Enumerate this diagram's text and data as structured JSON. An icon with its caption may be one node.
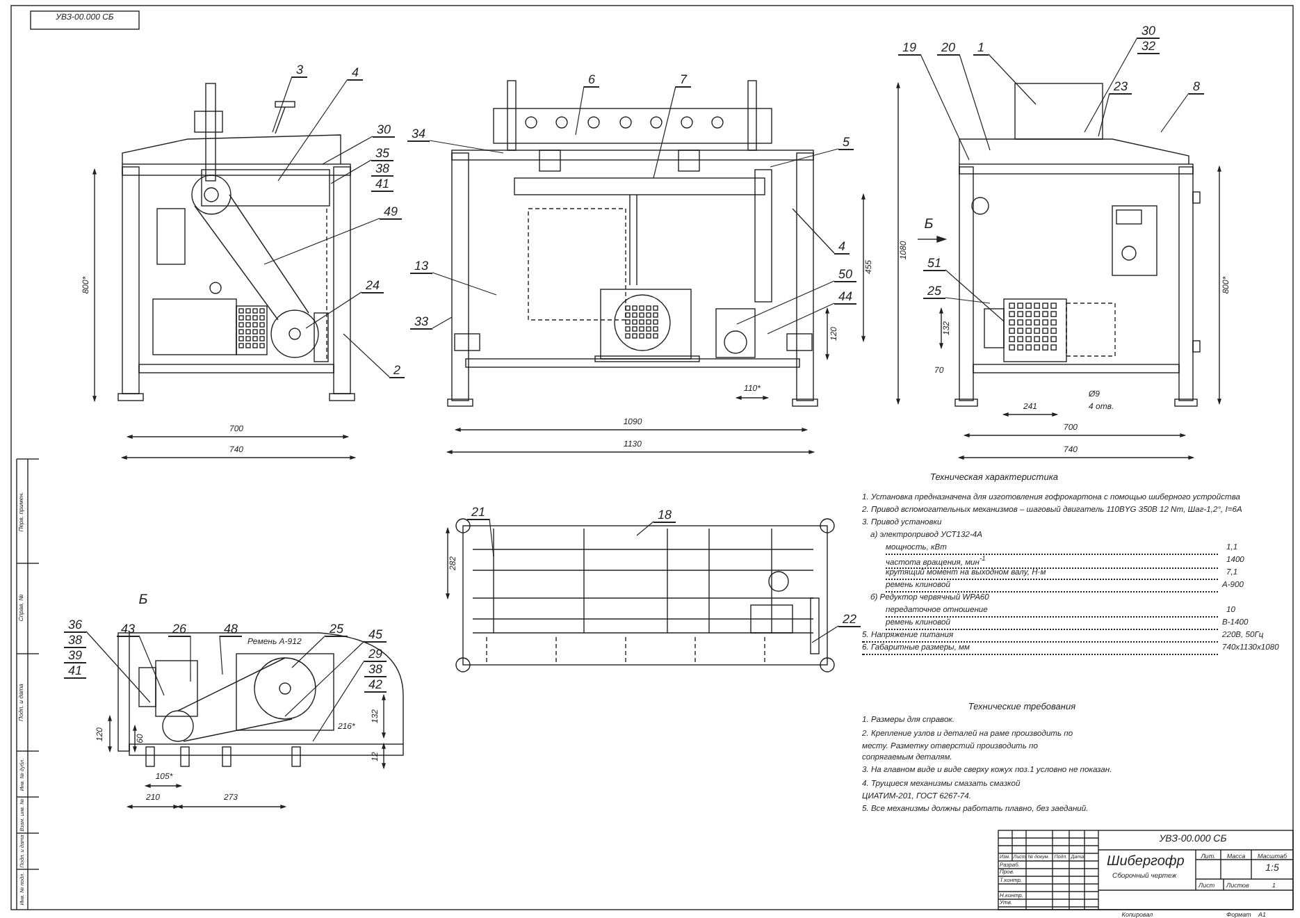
{
  "diagram": {
    "nodes": [
      {
        "text": [
          "3"
        ]
      },
      {
        "text": [
          "4"
        ]
      },
      {
        "text": [
          "30"
        ]
      },
      {
        "text": [
          "35",
          "38",
          "41"
        ]
      },
      {
        "text": [
          "49"
        ]
      },
      {
        "text": [
          "24"
        ]
      },
      {
        "text": [
          "2"
        ]
      },
      {
        "text": [
          "34"
        ]
      },
      {
        "text": [
          "6"
        ]
      },
      {
        "text": [
          "7"
        ]
      },
      {
        "text": [
          "5"
        ]
      },
      {
        "text": [
          "13"
        ]
      },
      {
        "text": [
          "33"
        ]
      },
      {
        "text": [
          "4"
        ]
      },
      {
        "text": [
          "50"
        ]
      },
      {
        "text": [
          "44"
        ]
      },
      {
        "text": [
          "19"
        ]
      },
      {
        "text": [
          "20"
        ]
      },
      {
        "text": [
          "1"
        ]
      },
      {
        "text": [
          "30",
          "32"
        ]
      },
      {
        "text": [
          "23"
        ]
      },
      {
        "text": [
          "8"
        ]
      },
      {
        "text": [
          "51"
        ]
      },
      {
        "text": [
          "25"
        ]
      },
      {
        "text": [
          "21"
        ]
      },
      {
        "text": [
          "18"
        ]
      },
      {
        "text": [
          "22"
        ]
      },
      {
        "text": [
          "36",
          "38",
          "39",
          "41"
        ]
      },
      {
        "text": [
          "43"
        ]
      },
      {
        "text": [
          "26"
        ]
      },
      {
        "text": [
          "48"
        ]
      },
      {
        "text": [
          "25"
        ]
      },
      {
        "text": [
          "45"
        ]
      },
      {
        "text": [
          "29",
          "38",
          "42"
        ]
      }
    ],
    "edges": [
      {
        "from": 0,
        "to": null,
        "arrow": "none"
      },
      {
        "from": 1,
        "to": null,
        "arrow": "none"
      },
      {
        "from": 2,
        "to": null,
        "arrow": "none"
      },
      {
        "from": 3,
        "to": null,
        "arrow": "none"
      },
      {
        "from": 4,
        "to": null,
        "arrow": "none"
      },
      {
        "from": 5,
        "to": null,
        "arrow": "none"
      },
      {
        "from": 6,
        "to": null,
        "arrow": "none"
      },
      {
        "from": 7,
        "to": null,
        "arrow": "none"
      },
      {
        "from": 8,
        "to": null,
        "arrow": "none"
      },
      {
        "from": 9,
        "to": null,
        "arrow": "none"
      },
      {
        "from": 10,
        "to": null,
        "arrow": "none"
      },
      {
        "from": 11,
        "to": null,
        "arrow": "none"
      },
      {
        "from": 12,
        "to": null,
        "arrow": "none"
      },
      {
        "from": 13,
        "to": null,
        "arrow": "none"
      },
      {
        "from": 14,
        "to": null,
        "arrow": "none"
      },
      {
        "from": 15,
        "to": null,
        "arrow": "none"
      },
      {
        "from": 16,
        "to": null,
        "arrow": "none"
      },
      {
        "from": 17,
        "to": null,
        "arrow": "none"
      },
      {
        "from": 18,
        "to": null,
        "arrow": "none"
      },
      {
        "from": 19,
        "to": null,
        "arrow": "none"
      },
      {
        "from": 20,
        "to": null,
        "arrow": "none"
      },
      {
        "from": 21,
        "to": null,
        "arrow": "none"
      },
      {
        "from": 22,
        "to": null,
        "arrow": "none"
      },
      {
        "from": 23,
        "to": null,
        "arrow": "none"
      },
      {
        "from": 24,
        "to": null,
        "arrow": "none"
      },
      {
        "from": 25,
        "to": null,
        "arrow": "none"
      },
      {
        "from": 26,
        "to": null,
        "arrow": "none"
      },
      {
        "from": 27,
        "to": null,
        "arrow": "none"
      },
      {
        "from": 28,
        "to": null,
        "arrow": "none"
      },
      {
        "from": 29,
        "to": null,
        "arrow": "none"
      },
      {
        "from": 30,
        "to": null,
        "arrow": "none"
      },
      {
        "from": 31,
        "to": null,
        "arrow": "none"
      },
      {
        "from": 32,
        "to": null,
        "arrow": "none"
      },
      {
        "from": 33,
        "to": null,
        "arrow": "none"
      }
    ],
    "labels": [
      "УВЗ-00.000 СБ",
      "800*",
      "700",
      "740",
      "455",
      "120",
      "110*",
      "1090",
      "1130",
      "1080",
      "800*",
      "Б",
      "241",
      "Ø9",
      "4 отв.",
      "132",
      "70",
      "700",
      "740",
      "282",
      "Техническая характеристика",
      "1. Установка предназначена для изготовления гофрокартона с помощью шиберного устройства",
      "2. Привод вспомогательных механизмов – шаговый двигатель 110BYG 350B 12 Nm, Шаг-1,2°, I=6A",
      "3. Привод установки",
      "а) электропривод УСТ132-4А",
      "мощность, кВт",
      "1,1",
      "частота вращения, мин$^{-1}$",
      "1400",
      "крутящий момент на выходном валу, Н·м",
      "7,1",
      "ремень клиновой",
      "А-900",
      "б) Редуктор червячный WPA60",
      "передаточное отношение",
      "10",
      "ремень клиновой",
      "В-1400",
      "5. Напряжение питания",
      "220В, 50Гц",
      "6. Габаритные размеры, мм",
      "740х1130х1080",
      "Технические требования",
      "1. Размеры для справок.",
      "2. Крепление узлов и деталей на раме производить по месту. Разметку отверстий производить по сопрягаемым деталям.",
      "3. На главном виде и виде сверху кожух поз.1 условно не показан.",
      "4. Трущиеся механизмы смазать смазкой ЦИАТИМ-201, ГОСТ 6267-74.",
      "5. Все механизмы должны работать плавно, без заеданий.",
      "Б",
      "Ремень А-912",
      "120",
      "60",
      "132",
      "12",
      "105*",
      "216*",
      "210",
      "273",
      "УВЗ-00.000 СБ",
      "Изм.",
      "Лист",
      "№ докум.",
      "Подп.",
      "Дата",
      "Разраб.",
      "Пров.",
      "Т.контр.",
      "Н.контр.",
      "Утв.",
      "Шибергофр",
      "Сборочный чертеж",
      "Лит.",
      "Масса",
      "Масштаб",
      "1:5",
      "Лист",
      "Листов",
      "1",
      "Копировал",
      "Формат",
      "А1",
      "Перв. примен.",
      "Справ. №",
      "Подп. и дата",
      "Инв. № дубл.",
      "Взам. инв. №",
      "Подп. и дата",
      "Инв. № подл."
    ]
  }
}
